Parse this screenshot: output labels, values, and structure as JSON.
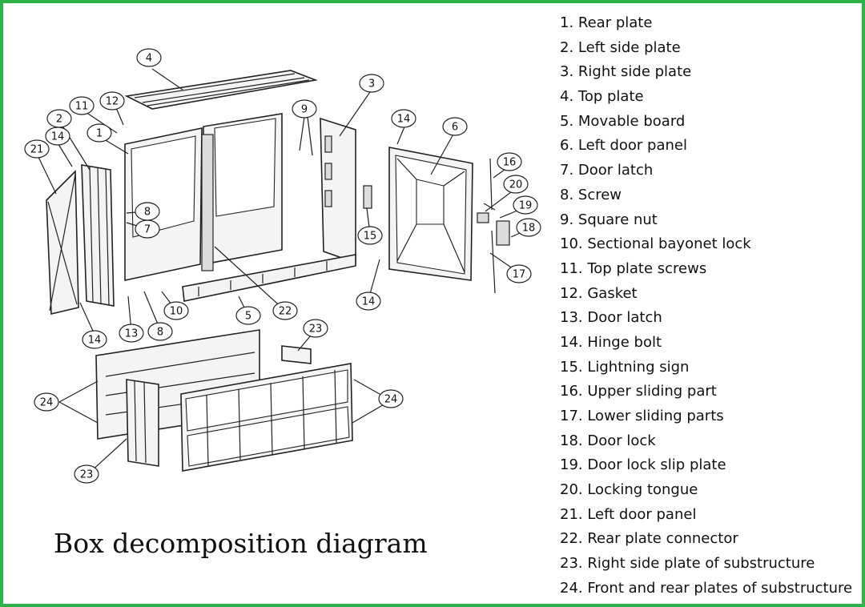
{
  "title": "Box decomposition diagram",
  "legend": [
    "1. Rear plate",
    "2. Left side plate",
    "3. Right side plate",
    "4. Top plate",
    "5. Movable board",
    "6. Left door panel",
    "7. Door latch",
    "8. Screw",
    "9. Square nut",
    "10. Sectional bayonet lock",
    "11. Top plate screws",
    "12. Gasket",
    "13. Door latch",
    "14. Hinge bolt",
    "15. Lightning sign",
    "16. Upper sliding part",
    "17. Lower sliding parts",
    "18. Door lock",
    "19. Door lock slip plate",
    "20. Locking tongue",
    "21. Left door panel",
    "22. Rear plate connector",
    "23. Right side plate of substructure",
    "24. Front and rear plates of substructure"
  ],
  "callouts": [
    "1",
    "2",
    "3",
    "4",
    "5",
    "6",
    "7",
    "8",
    "8",
    "9",
    "10",
    "11",
    "12",
    "13",
    "14",
    "14",
    "14",
    "14",
    "15",
    "16",
    "17",
    "18",
    "19",
    "20",
    "21",
    "22",
    "23",
    "23",
    "24",
    "24"
  ],
  "colors": {
    "border": "#2fb24a",
    "ink": "#222222"
  }
}
